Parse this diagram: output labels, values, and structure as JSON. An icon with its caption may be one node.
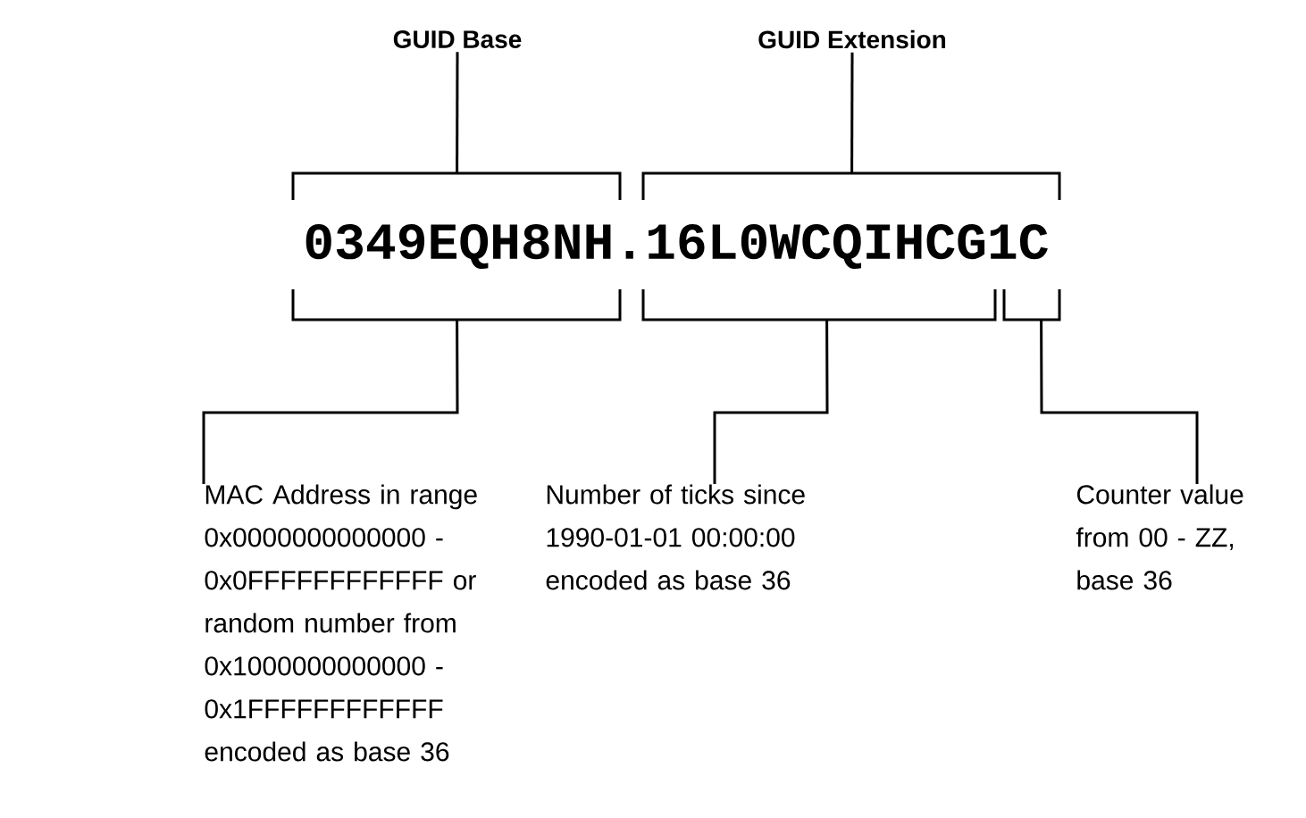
{
  "diagram": {
    "nodes": [
      {
        "text": [
          "GUID Base"
        ]
      },
      {
        "text": [
          "GUID Extension"
        ]
      },
      {
        "text": [
          "0349EQH8NH.16L0WCQIHCG1C"
        ]
      },
      {
        "text": [
          "MAC Address in range 0x0000000000000 - 0x0FFFFFFFFFFFF or random number from 0x1000000000000 - 0x1FFFFFFFFFFFF encoded as base 36"
        ]
      },
      {
        "text": [
          "Number of ticks since 1990-01-01 00:00:00 encoded as base 36"
        ]
      },
      {
        "text": [
          "Counter value from 00 - ZZ, base 36"
        ]
      }
    ],
    "edges": [
      {
        "from": 0,
        "to": 2,
        "arrow": "none"
      },
      {
        "from": 1,
        "to": 2,
        "arrow": "none"
      },
      {
        "from": 3,
        "to": 2,
        "arrow": "none"
      },
      {
        "from": 4,
        "to": 2,
        "arrow": "none"
      },
      {
        "from": 5,
        "to": 2,
        "arrow": "none"
      }
    ]
  }
}
